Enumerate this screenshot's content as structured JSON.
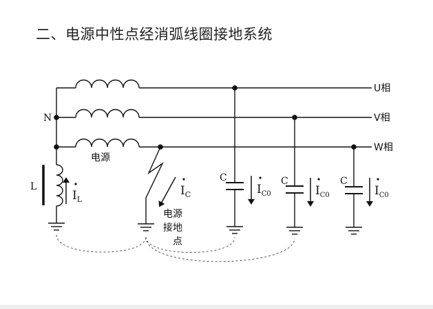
{
  "title": "二、电源中性点经消弧线圈接地系统",
  "phases": [
    "U相",
    "V相",
    "W相"
  ],
  "neutral_label": "N",
  "source_label": "电源",
  "coil_label": "L",
  "coil_current": {
    "symbol": "I",
    "sub": "L"
  },
  "fault_current": {
    "symbol": "I",
    "sub": "C"
  },
  "cap_label": "C",
  "cap_current": {
    "symbol": "I",
    "sub": "C0"
  },
  "fault_label_lines": [
    "电源",
    "接地",
    "点"
  ],
  "colors": {
    "line": "#111111",
    "text": "#111111",
    "background": "#ffffff"
  }
}
